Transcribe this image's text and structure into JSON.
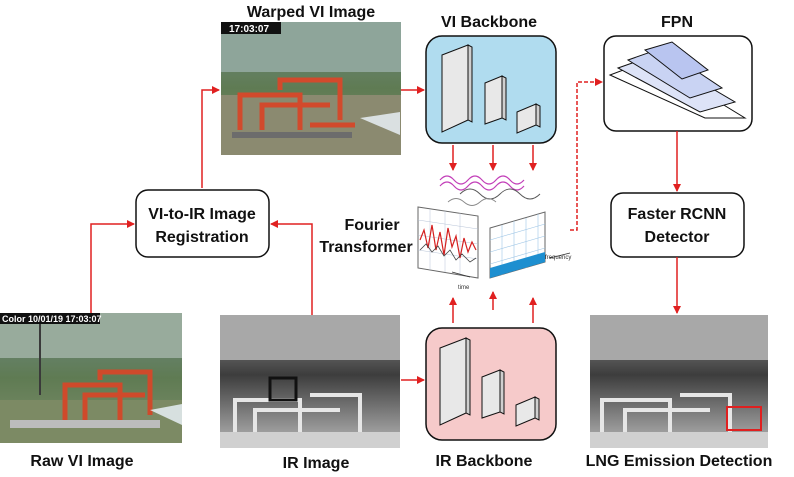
{
  "labels": {
    "warped_vi_image": "Warped VI Image",
    "vi_backbone": "VI Backbone",
    "fpn": "FPN",
    "registration_line1": "VI-to-IR Image",
    "registration_line2": "Registration",
    "fourier_line1": "Fourier",
    "fourier_line2": "Transformer",
    "faster_rcnn_line1": "Faster RCNN",
    "faster_rcnn_line2": "Detector",
    "raw_vi_image": "Raw VI Image",
    "ir_image": "IR Image",
    "ir_backbone": "IR Backbone",
    "lng_detection": "LNG Emission Detection"
  },
  "overlays": {
    "warped_timestamp": "17:03:07",
    "raw_timestamp": "Color 10/01/19 17:03:07",
    "time_axis": "time",
    "frequency_axis": "frequency"
  },
  "colors": {
    "arrow": "#e02020",
    "vi_backbone_fill": "#b0dcef",
    "ir_backbone_fill": "#f6caca",
    "fpn_layer": "#c9d3f3",
    "detection_box": "#e02020"
  }
}
